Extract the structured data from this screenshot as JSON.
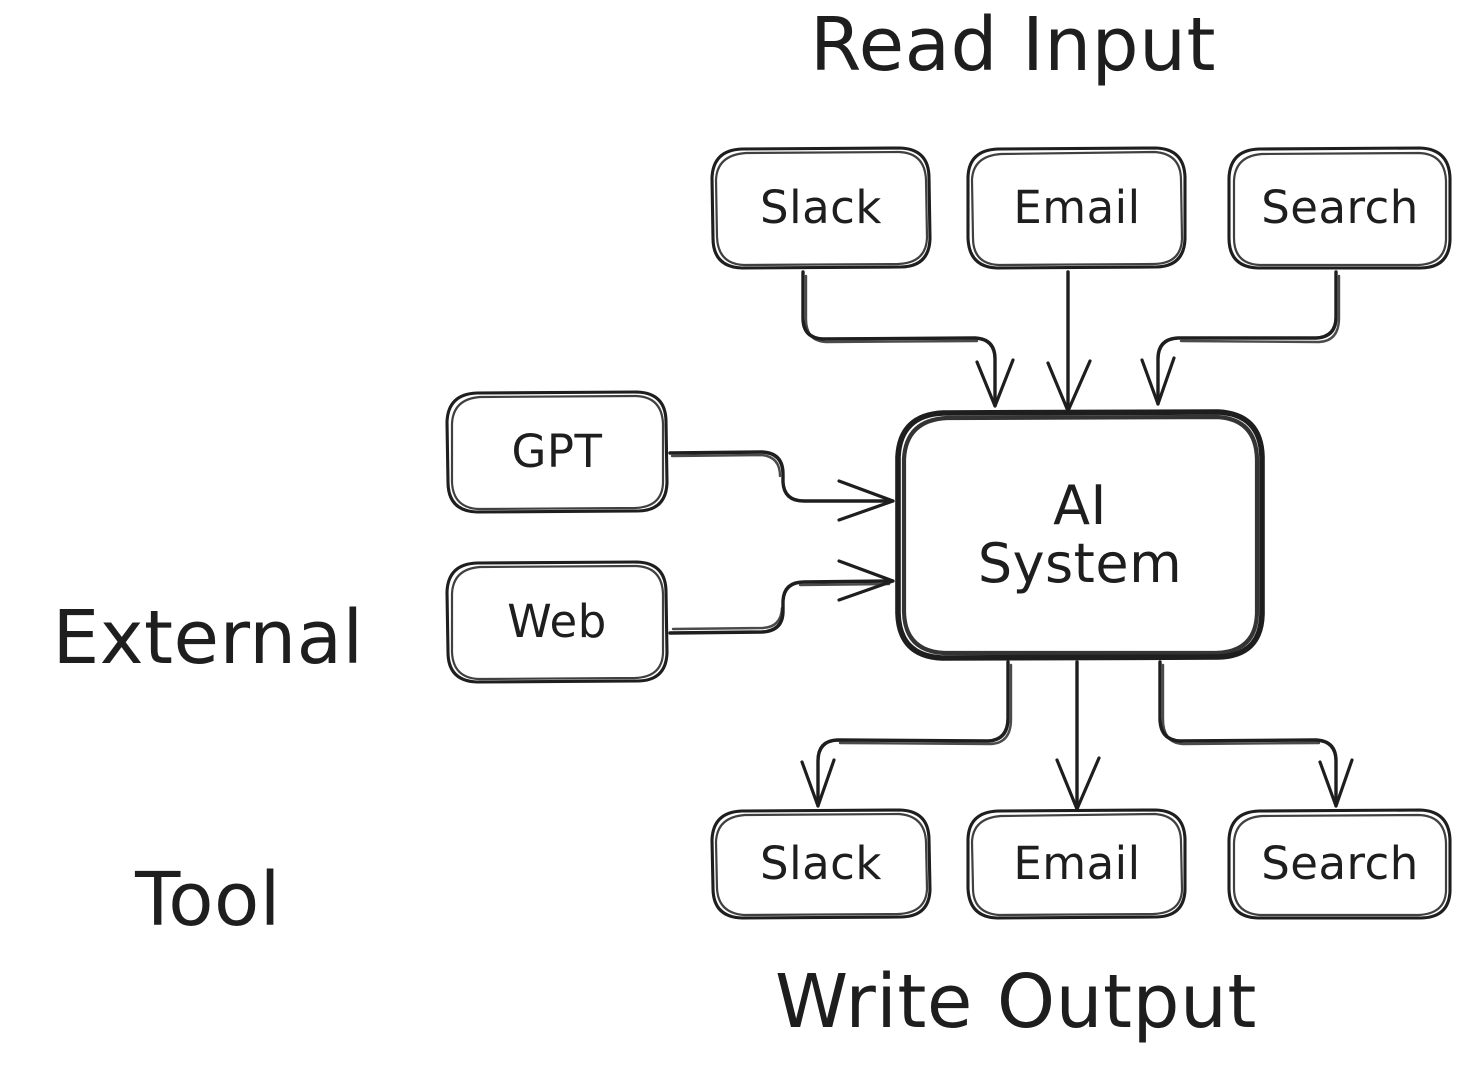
{
  "diagram": {
    "type": "flowchart",
    "background_color": "#ffffff",
    "stroke_color": "#1e1e1e",
    "style": "hand-drawn sketch",
    "sections": {
      "read_input": {
        "title": "Read Input"
      },
      "external_tool": {
        "title_line1": "External",
        "title_line2": "Tool"
      },
      "write_output": {
        "title": "Write Output"
      }
    },
    "nodes": {
      "input_slack": {
        "label": "Slack"
      },
      "input_email": {
        "label": "Email"
      },
      "input_search": {
        "label": "Search"
      },
      "tool_gpt": {
        "label": "GPT"
      },
      "tool_web": {
        "label": "Web"
      },
      "core": {
        "label_line1": "AI",
        "label_line2": "System"
      },
      "output_slack": {
        "label": "Slack"
      },
      "output_email": {
        "label": "Email"
      },
      "output_search": {
        "label": "Search"
      }
    },
    "edges": [
      {
        "from": "input_slack",
        "to": "core",
        "direction": "down"
      },
      {
        "from": "input_email",
        "to": "core",
        "direction": "down"
      },
      {
        "from": "input_search",
        "to": "core",
        "direction": "down"
      },
      {
        "from": "tool_gpt",
        "to": "core",
        "direction": "right"
      },
      {
        "from": "tool_web",
        "to": "core",
        "direction": "right"
      },
      {
        "from": "core",
        "to": "output_slack",
        "direction": "down"
      },
      {
        "from": "core",
        "to": "output_email",
        "direction": "down"
      },
      {
        "from": "core",
        "to": "output_search",
        "direction": "down"
      }
    ]
  }
}
